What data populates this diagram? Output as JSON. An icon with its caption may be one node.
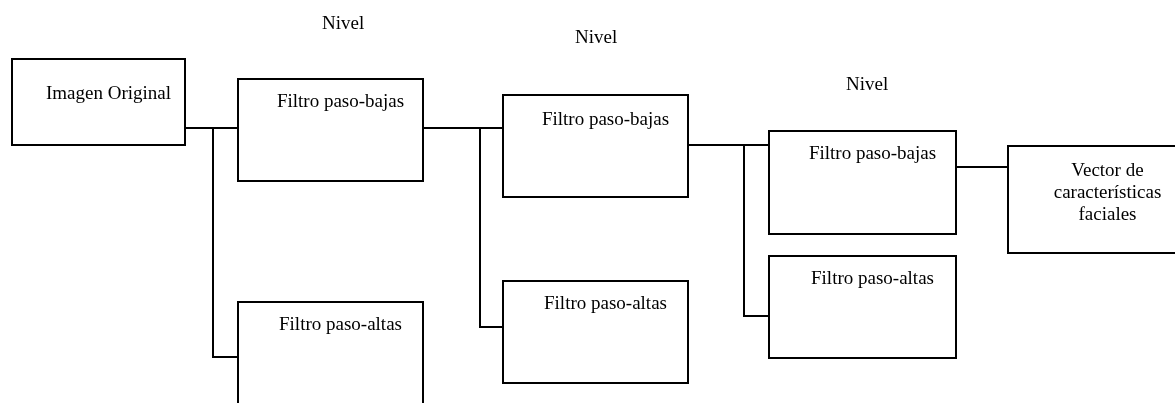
{
  "diagram": {
    "nodes": [
      {
        "text": [
          "Imagen Original"
        ]
      },
      {
        "text": [
          "Filtro paso-bajas"
        ]
      },
      {
        "text": [
          "Filtro paso-altas"
        ]
      },
      {
        "text": [
          "Filtro paso-bajas"
        ]
      },
      {
        "text": [
          "Filtro paso-altas"
        ]
      },
      {
        "text": [
          "Filtro paso-bajas"
        ]
      },
      {
        "text": [
          "Filtro paso-altas"
        ]
      },
      {
        "text": [
          "Vector de características faciales"
        ]
      }
    ],
    "edges": [
      {
        "from": 0,
        "to": 1,
        "arrow": "none"
      },
      {
        "from": 0,
        "to": 2,
        "arrow": "none"
      },
      {
        "from": 1,
        "to": 3,
        "arrow": "none"
      },
      {
        "from": 1,
        "to": 4,
        "arrow": "none"
      },
      {
        "from": 3,
        "to": 5,
        "arrow": "none"
      },
      {
        "from": 3,
        "to": 6,
        "arrow": "none"
      },
      {
        "from": 5,
        "to": 7,
        "arrow": "none"
      }
    ],
    "labels": [
      "Nivel",
      "Nivel",
      "Nivel"
    ]
  }
}
